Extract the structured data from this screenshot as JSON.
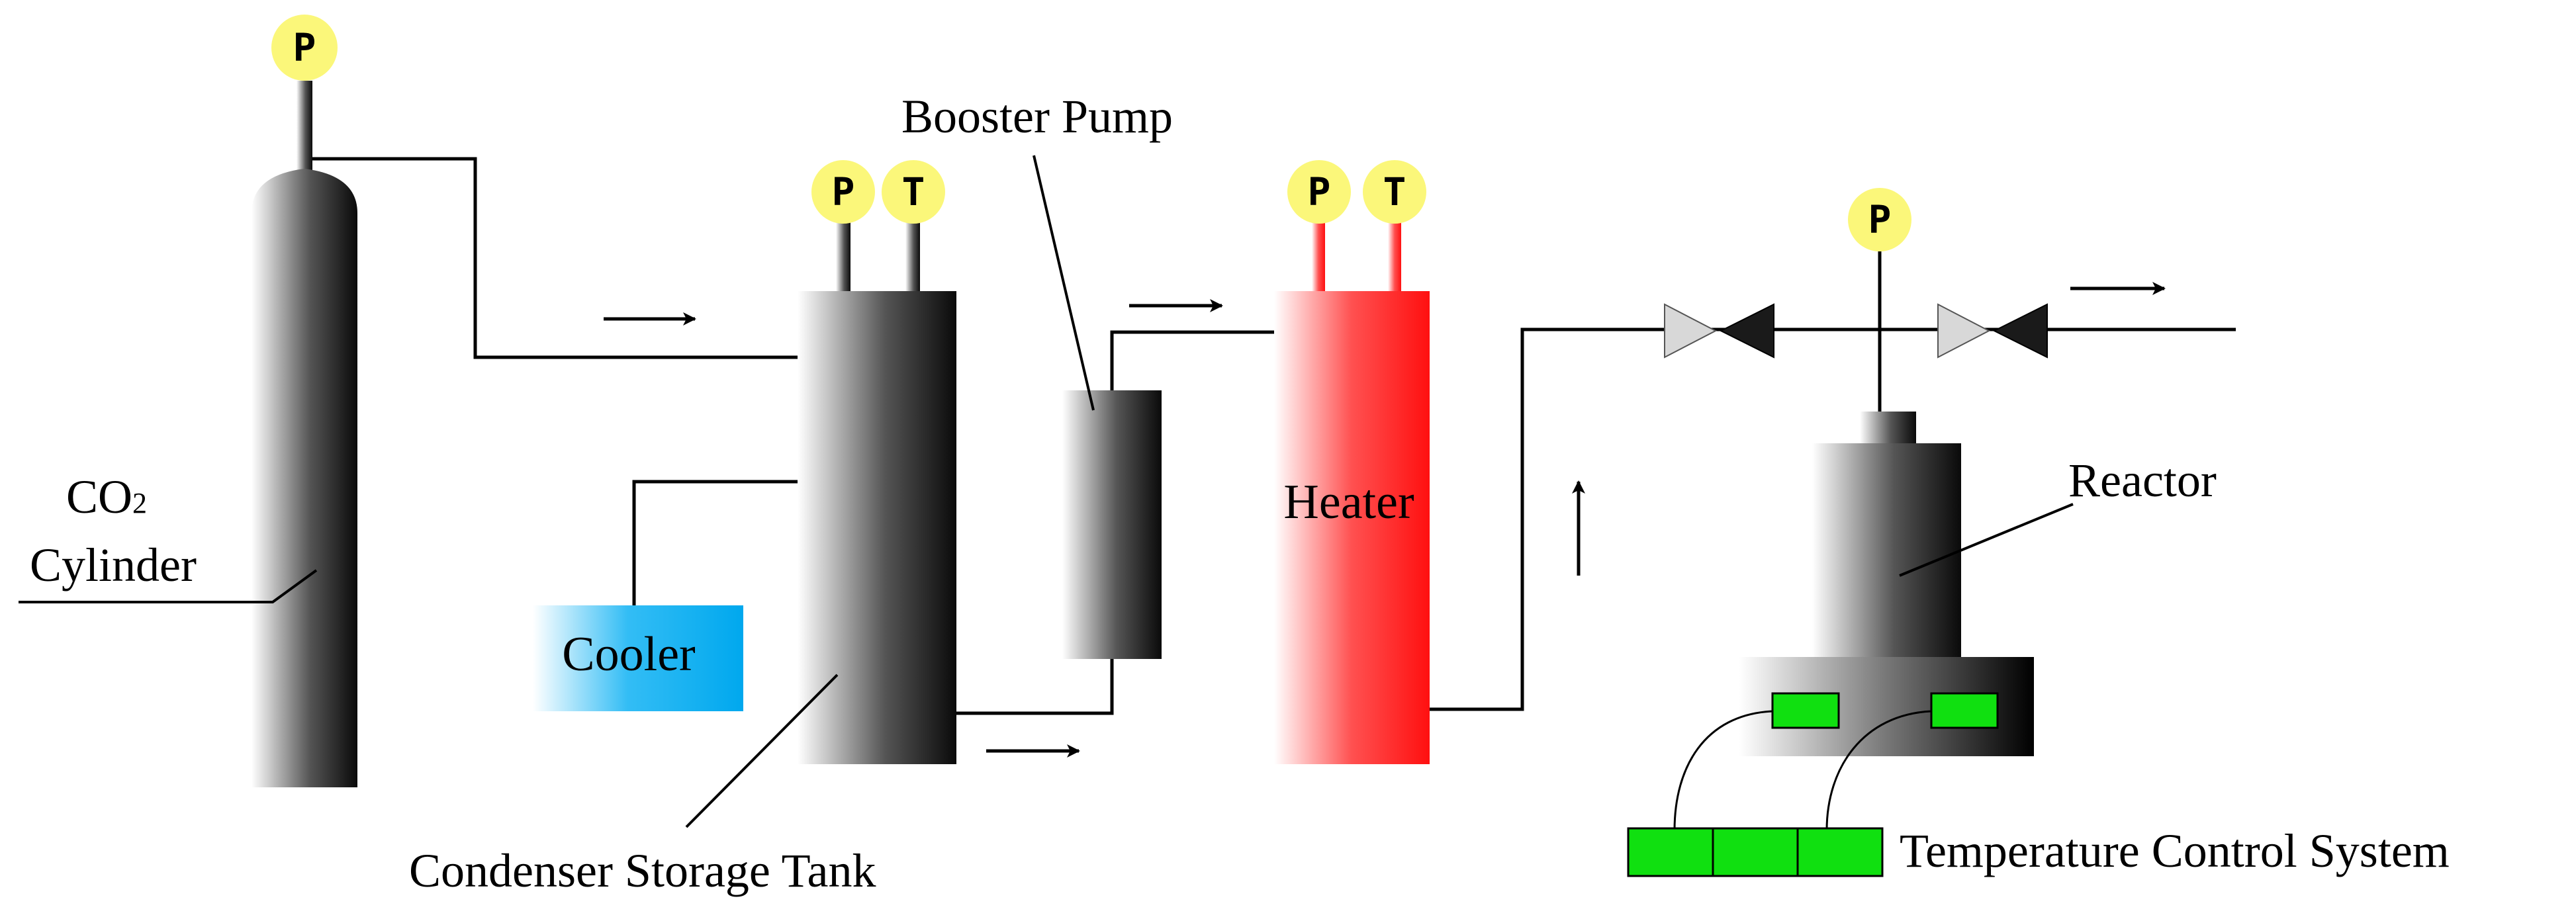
{
  "diagram": {
    "labels": {
      "co2": "CO",
      "co2_sub": "2",
      "cylinder": "Cylinder",
      "cooler": "Cooler",
      "condenser": "Condenser Storage Tank",
      "booster_pump": "Booster Pump",
      "heater": "Heater",
      "reactor": "Reactor",
      "temperature_control": "Temperature Control System"
    },
    "gauges": {
      "pressure": "P",
      "temperature": "T"
    },
    "colors": {
      "gauge_fill": "#fbf77a",
      "heater": "#ff2020",
      "cooler": "#00aaf0",
      "control_box": "#10e010",
      "vessel_dark": "#111111"
    }
  }
}
